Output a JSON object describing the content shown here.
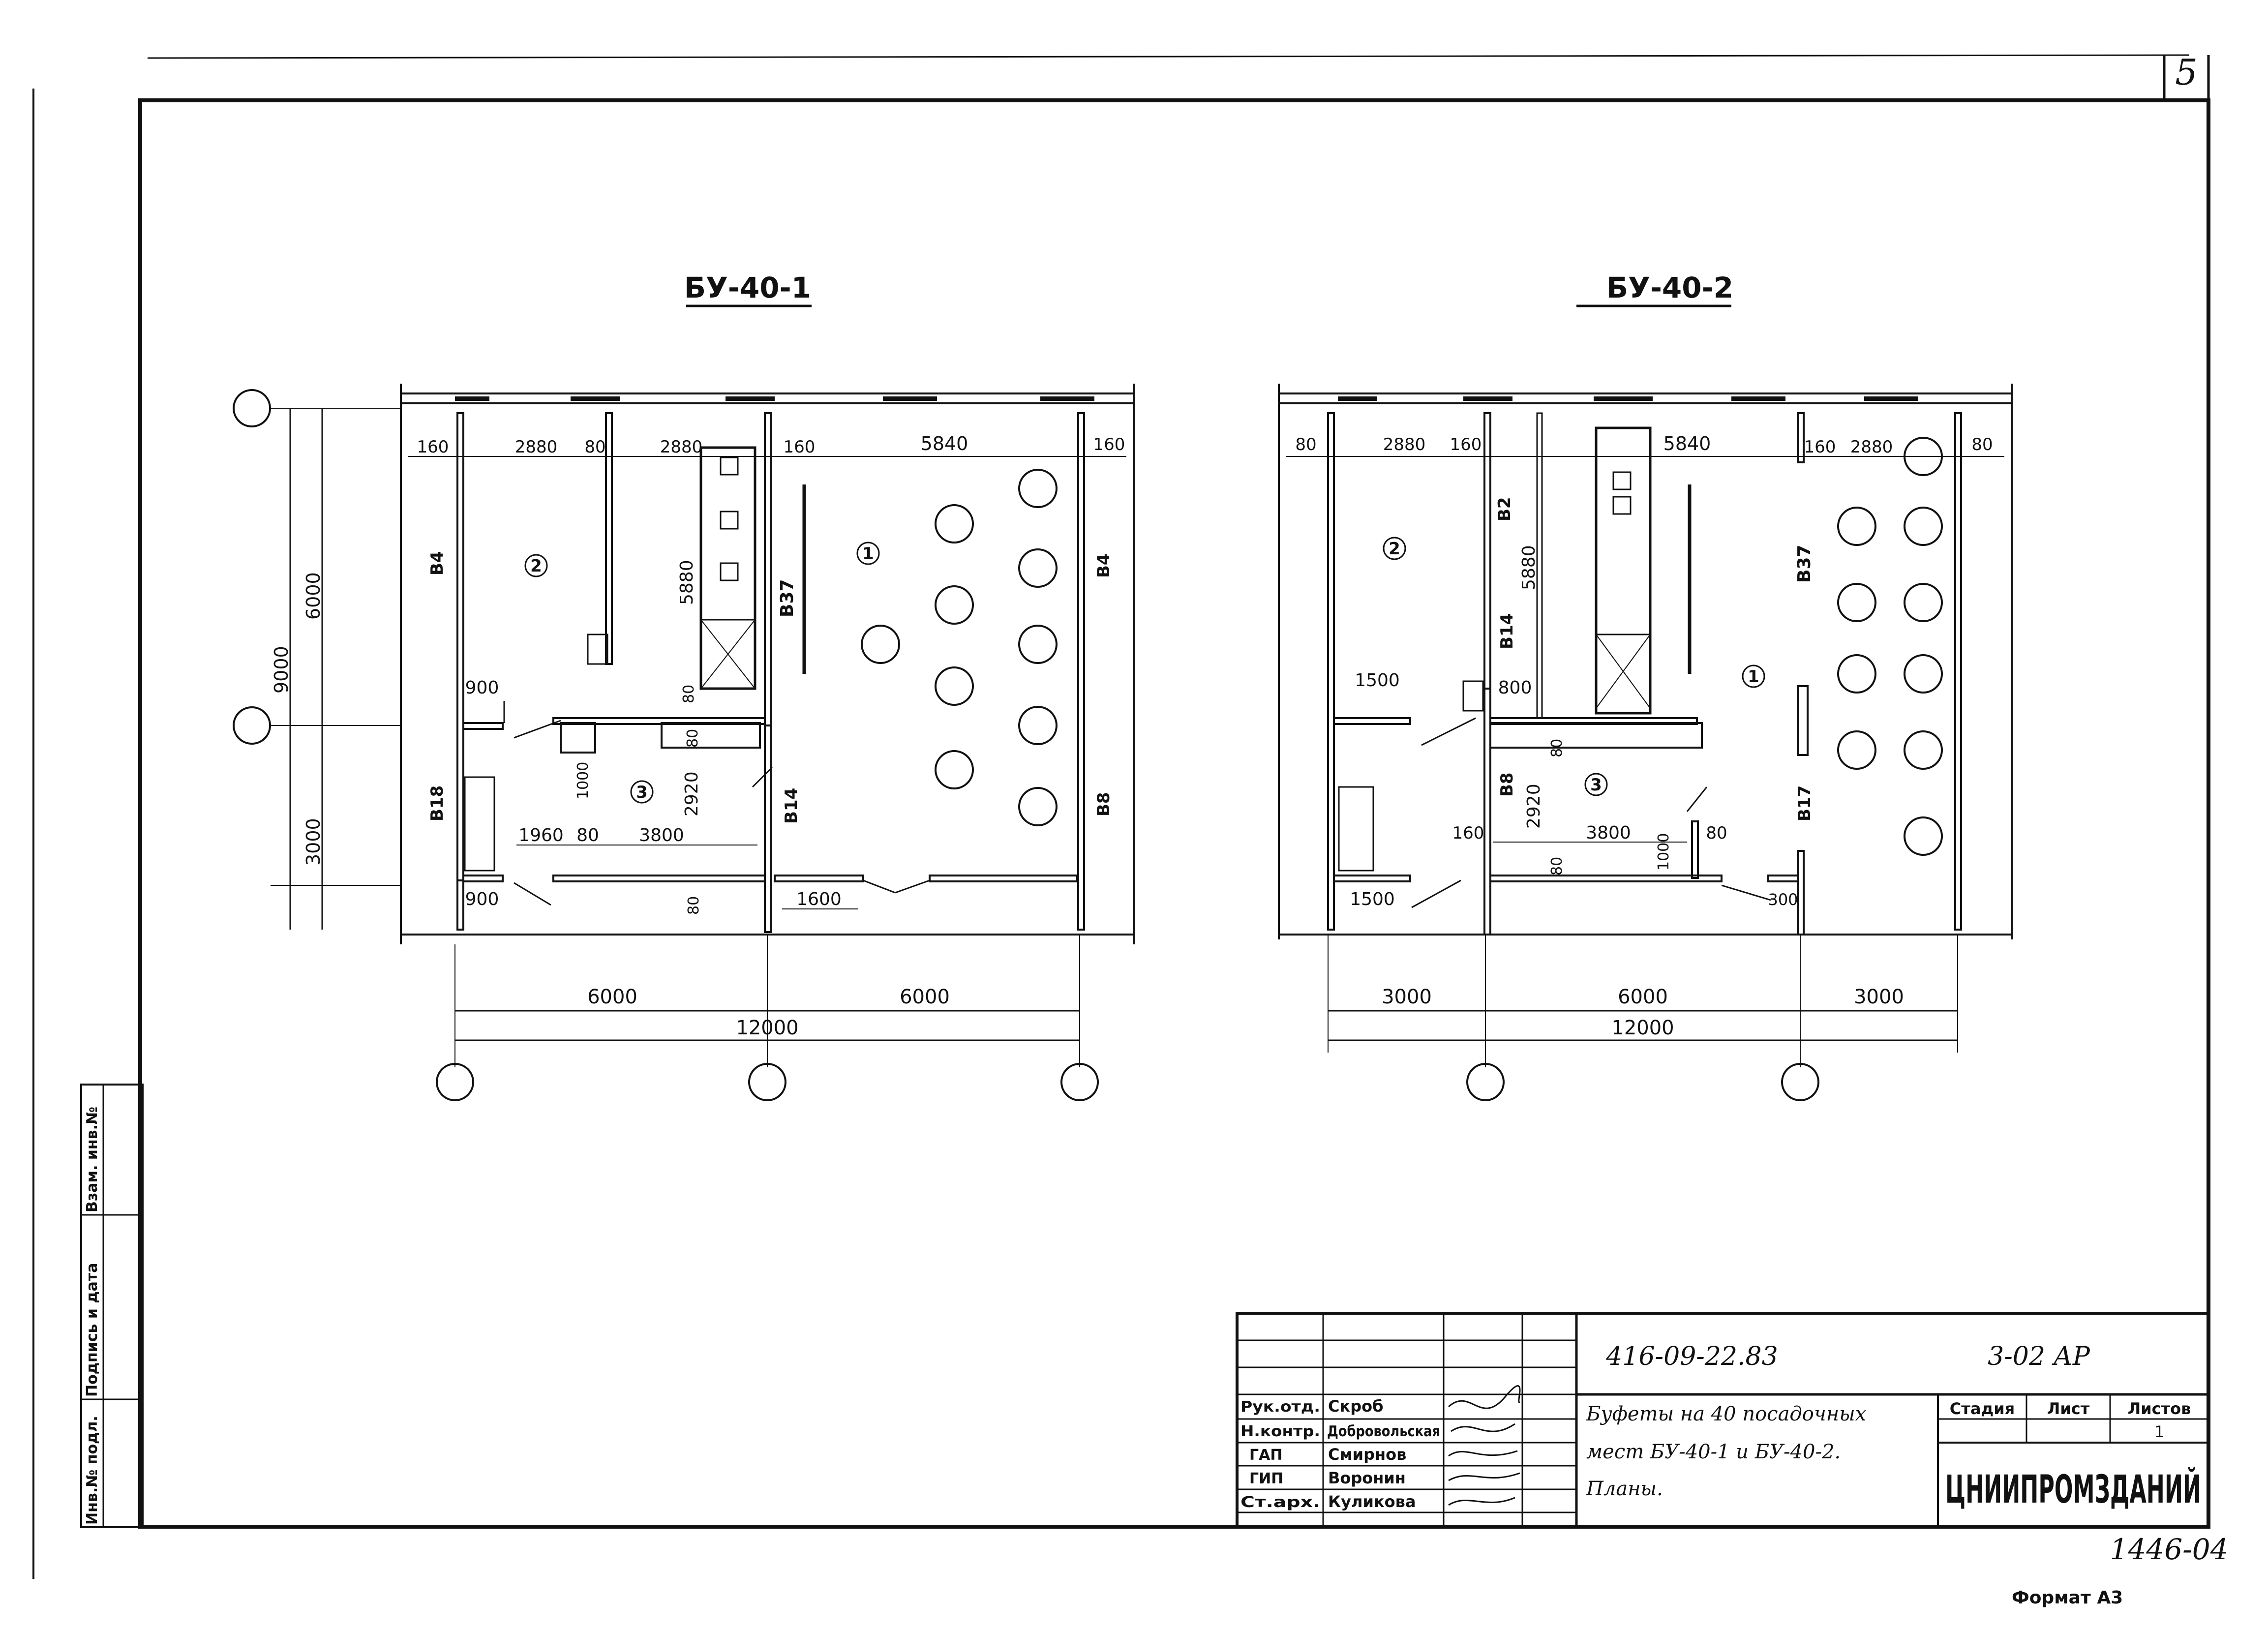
{
  "sheet": {
    "sheet_number": "5",
    "archive_number": "1446-04",
    "format_note": "Формат А3"
  },
  "plan1": {
    "title": "БУ-40-1",
    "dims_top": [
      "160",
      "2880",
      "80",
      "2880",
      "160",
      "5840",
      "160"
    ],
    "dim_left_6000": "6000",
    "dim_left_9000": "9000",
    "dim_left_3000": "3000",
    "dims_bottom": [
      "6000",
      "6000"
    ],
    "dim_total": "12000",
    "inner": {
      "d5880": "5880",
      "d80a": "80",
      "d80b": "80",
      "d2920": "2920",
      "d1960": "1960",
      "d80c": "80",
      "d3800": "3800",
      "d1000": "1000",
      "d900a": "900",
      "d900b": "900",
      "d1600": "1600",
      "d80d": "80"
    },
    "walls": {
      "w1": "В4",
      "w2": "В37",
      "w3": "В4",
      "w4": "В18",
      "w5": "В14",
      "w6": "В8"
    },
    "rooms": [
      "1",
      "2",
      "3"
    ]
  },
  "plan2": {
    "title": "БУ-40-2",
    "dims_top": [
      "80",
      "2880",
      "160",
      "5840",
      "160",
      "2880",
      "80"
    ],
    "dims_bottom": [
      "3000",
      "6000",
      "3000"
    ],
    "dim_total": "12000",
    "inner": {
      "d5880": "5880",
      "d1500a": "1500",
      "d800": "800",
      "d80a": "80",
      "d2920": "2920",
      "d160": "160",
      "d3800": "3800",
      "d80b": "80",
      "d1000": "1000",
      "d80c": "80",
      "d1500b": "1500",
      "d300": "300"
    },
    "walls": {
      "w1": "В2",
      "w2": "В14",
      "w3": "В37",
      "w4": "В8",
      "w5": "В17"
    },
    "rooms": [
      "1",
      "2",
      "3"
    ]
  },
  "stamp": {
    "doc_code": "416-09-22.83",
    "doc_suffix": "3-02 АР",
    "title_line1": "Буфеты на 40 посадочных",
    "title_line2": "мест БУ-40-1 и БУ-40-2.",
    "title_line3": "Планы.",
    "roles": [
      "Рук.отд.",
      "Н.контр.",
      "ГАП",
      "ГИП",
      "Ст.арх."
    ],
    "names": [
      "Скроб",
      "Добровольская",
      "Смирнов",
      "Воронин",
      "Куликова"
    ],
    "col_stage": "Стадия",
    "col_sheet": "Лист",
    "col_sheets": "Листов",
    "sheets_value": "1",
    "organization": "ЦНИИПРОМЗДАНИЙ"
  },
  "side_stamp": {
    "inv_orig": "Инв.№ подл.",
    "sign_date": "Подпись и дата",
    "swap_inv": "Взам. инв.№"
  }
}
